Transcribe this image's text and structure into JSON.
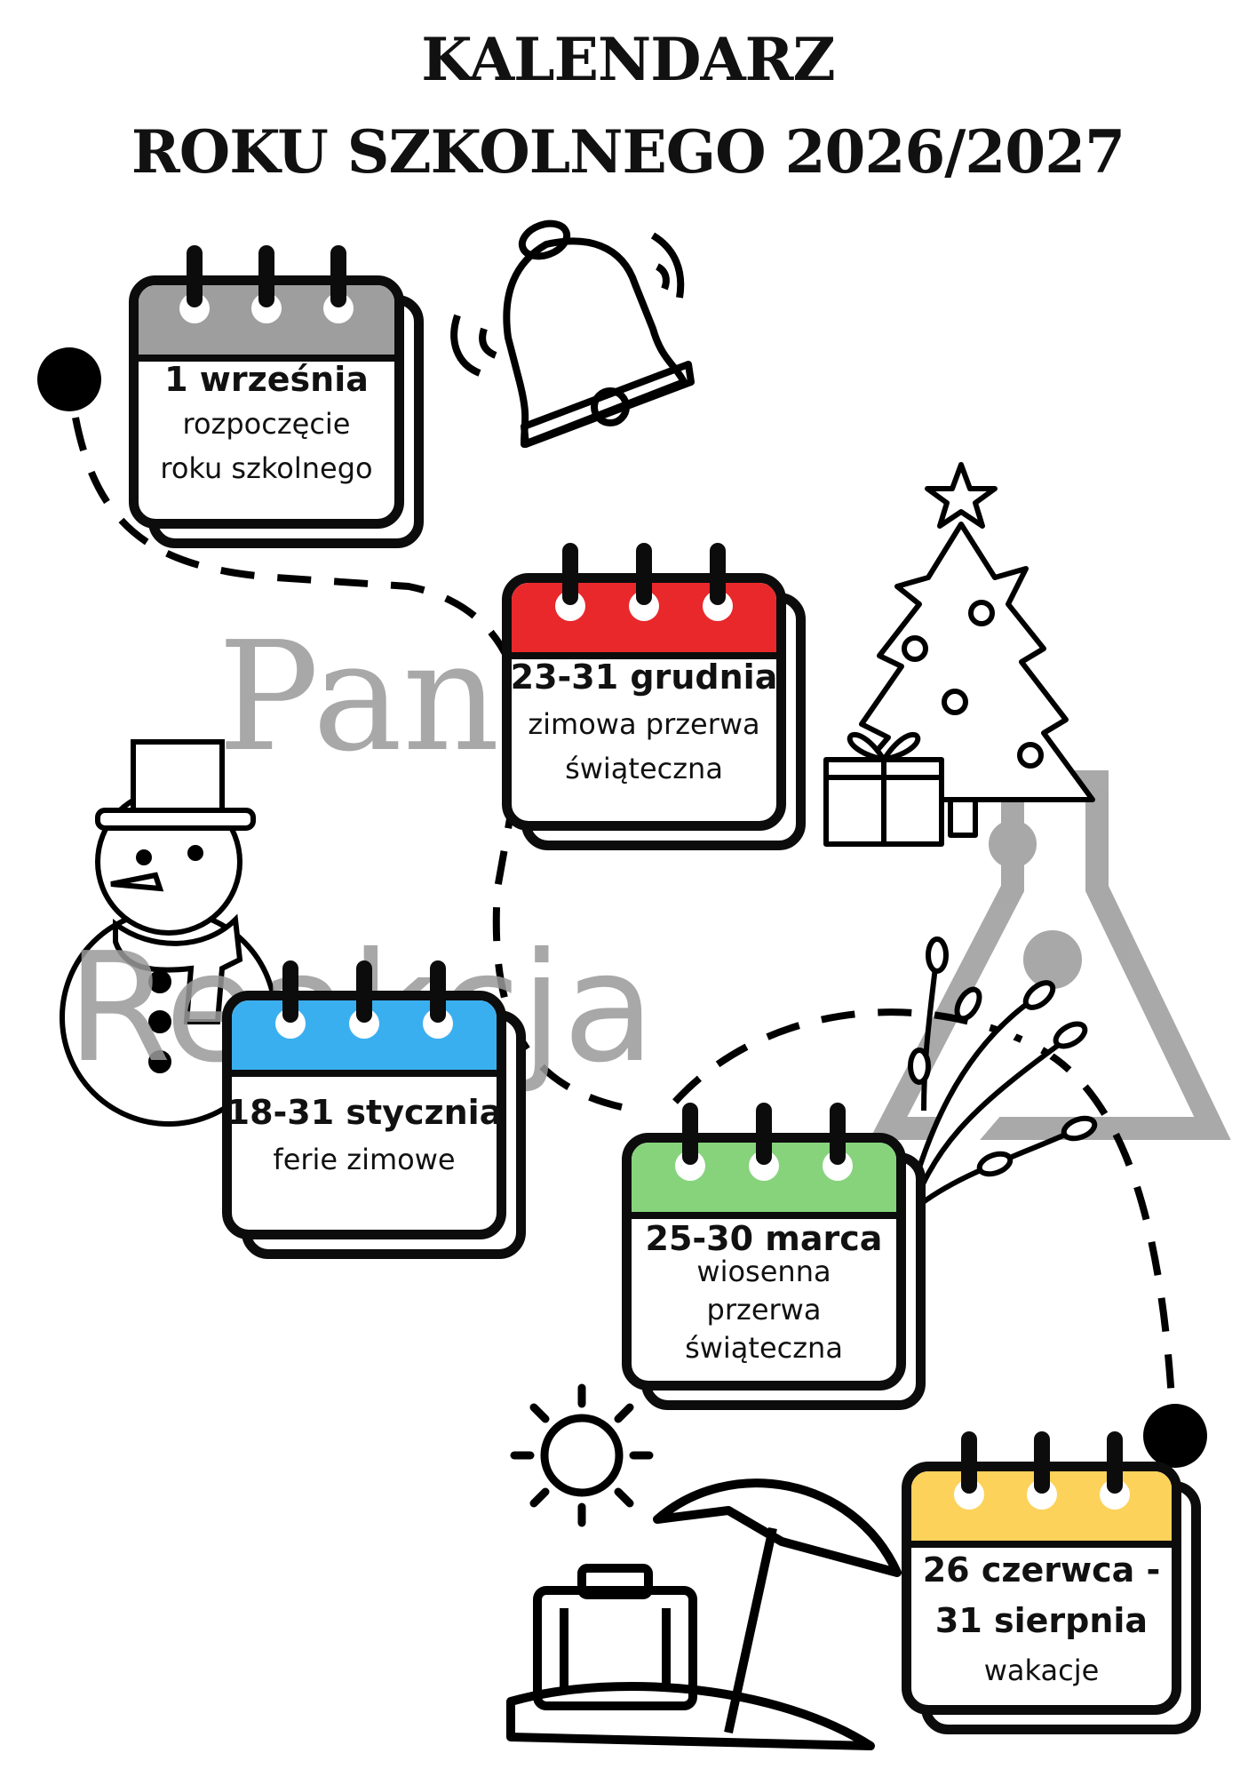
{
  "title": {
    "line1": "KALENDARZ",
    "line2": "ROKU SZKOLNEGO 2026/2027"
  },
  "watermark": {
    "line1": "Pani",
    "line2": "Reakcja"
  },
  "events": [
    {
      "date": "1 września",
      "desc": [
        "rozpoczęcie",
        "roku szkolnego"
      ],
      "color": "#9e9e9e",
      "icon": "school-bell-icon"
    },
    {
      "date": "23-31 grudnia",
      "desc": [
        "zimowa przerwa",
        "świąteczna"
      ],
      "color": "#e8282b",
      "icon": "christmas-tree-icon"
    },
    {
      "date": "18-31 stycznia",
      "desc": [
        "ferie zimowe"
      ],
      "color": "#3aaff0",
      "icon": "snowman-icon"
    },
    {
      "date": "25-30 marca",
      "desc": [
        "wiosenna",
        "przerwa",
        "świąteczna"
      ],
      "color": "#86d37c",
      "icon": "pussy-willow-icon"
    },
    {
      "date_lines": [
        "26 czerwca -",
        "31 sierpnia"
      ],
      "desc": [
        "wakacje"
      ],
      "color": "#fcd25a",
      "icon": "beach-umbrella-icon"
    }
  ]
}
